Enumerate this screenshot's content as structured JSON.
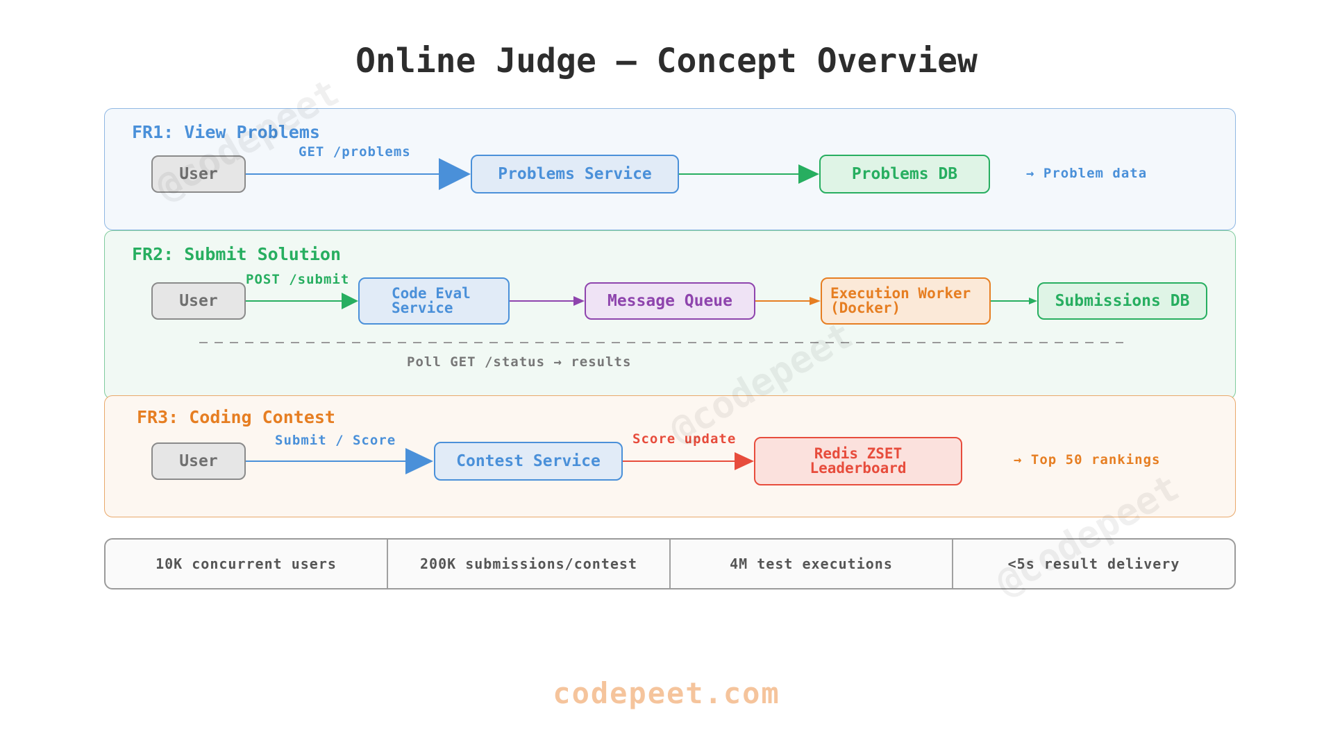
{
  "title": "Online Judge — Concept Overview",
  "fr1": {
    "label": "FR1: View Problems",
    "user": "User",
    "edge_label": "GET /problems",
    "service": "Problems Service",
    "db": "Problems DB",
    "note": "→ Problem data"
  },
  "fr2": {
    "label": "FR2: Submit Solution",
    "user": "User",
    "edge_label": "POST /submit",
    "code_eval": [
      "Code Eval",
      "Service"
    ],
    "queue": "Message Queue",
    "worker": [
      "Execution Worker",
      "(Docker)"
    ],
    "db": "Submissions DB",
    "poll": "Poll GET /status → results"
  },
  "fr3": {
    "label": "FR3: Coding Contest",
    "user": "User",
    "edge_label_submit": "Submit / Score",
    "service": "Contest Service",
    "edge_label_score": "Score update",
    "leaderboard": [
      "Redis ZSET",
      "Leaderboard"
    ],
    "note": "→ Top 50 rankings"
  },
  "stats": [
    "10K concurrent users",
    "200K submissions/contest",
    "4M test executions",
    "<5s result delivery"
  ],
  "footer": "codepeet.com",
  "watermark": "@codepeet",
  "colors": {
    "blue": "#4a90d9",
    "green": "#27ae60",
    "purple": "#8e44ad",
    "orange": "#e67e22",
    "red": "#e74c3c",
    "gray": "#8a8a8a"
  }
}
